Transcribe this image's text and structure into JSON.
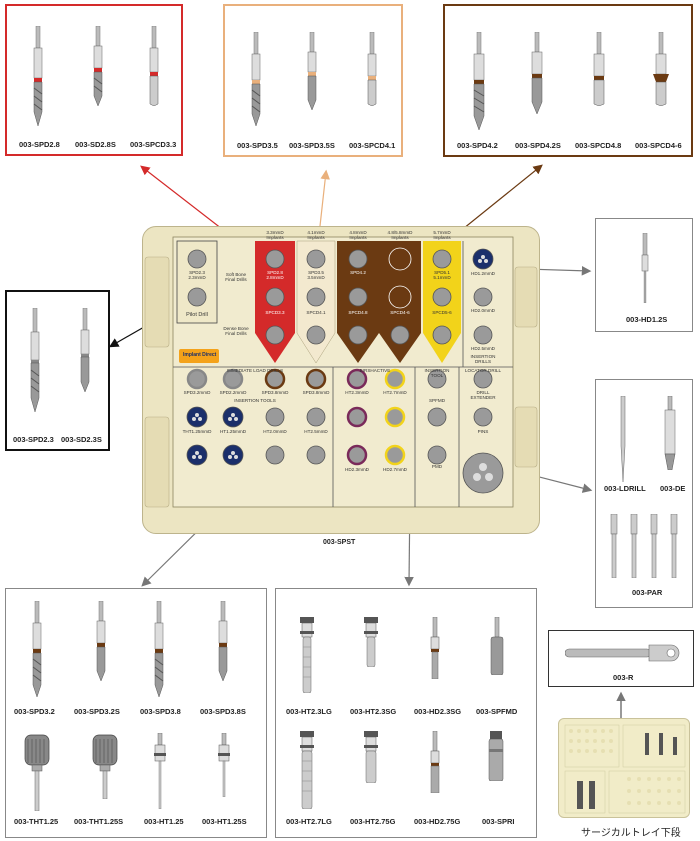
{
  "boxes": {
    "red": {
      "color": "#d42a2a",
      "labels": [
        "003-SPD2.8",
        "003-SD2.8S",
        "003-SPCD3.3"
      ]
    },
    "peach": {
      "color": "#e9b07c",
      "labels": [
        "003-SPD3.5",
        "003-SPD3.5S",
        "003-SPCD4.1"
      ]
    },
    "brown": {
      "color": "#6b3a12",
      "labels": [
        "003-SPD4.2",
        "003-SPD4.2S",
        "003-SPCD4.8",
        "003-SPCD4-6"
      ]
    },
    "left": {
      "labels": [
        "003-SPD2.3",
        "003-SD2.3S"
      ]
    },
    "hd": {
      "labels": [
        "003-HD1.2S"
      ]
    },
    "right": {
      "labels": [
        "003-LDRILL",
        "003-DE",
        "003-PAR"
      ]
    },
    "bottom_left": {
      "labels": [
        "003-SPD3.2",
        "003-SPD3.2S",
        "003-SPD3.8",
        "003-SPD3.8S",
        "003-THT1.25",
        "003-THT1.25S",
        "003-HT1.25",
        "003-HT1.25S"
      ]
    },
    "bottom_mid": {
      "labels": [
        "003-HT2.3LG",
        "003-HT2.3SG",
        "003-HD2.3SG",
        "003-SPFMD",
        "003-HT2.7LG",
        "003-HT2.75G",
        "003-HD2.75G",
        "003-SPRI"
      ]
    },
    "ratchet": {
      "labels": [
        "003-R"
      ]
    }
  },
  "tray": {
    "name": "003-SPST",
    "logo": "Implant Direct",
    "headers": [
      "3.3mmD\nImplants",
      "4.1mmD\nImplants",
      "4.8mmD\nImplants",
      "4.8/5.8mmD\nImplants",
      "5.7mmD\nImplants"
    ],
    "pilot_labels": [
      "SPD2.3\n2.3mmD",
      "Pilot Drill"
    ],
    "soft_bone": "Soft Bone\nFinal Drills",
    "dense_bone": "Dense Bone\nFinal Drills",
    "red_labels": [
      "SPD2.8\n2.8mmD",
      "SPCD3.3"
    ],
    "peach_labels": [
      "SPD3.5\n3.5mmD",
      "SPCD4.1"
    ],
    "brown_labels": [
      "SPD4.2",
      "SPCD4.8",
      "SPCD4-6"
    ],
    "yellow_labels": [
      "SPD5.1\n5.1mmD",
      "SPCD5-6"
    ],
    "hd_labels": [
      "HD1.2mmD",
      "HD2.0mmD",
      "HD2.5mmD",
      "INSERTION\nDRILLS"
    ],
    "section_labels": [
      "IMMEDIATE LOAD DRILLS",
      "INSERTION TOOLS",
      "BIRSHACTIVE",
      "INSERTION\nTOOL",
      "LOCATOR DRILL"
    ],
    "row1_labels": [
      "SPD3.2mmD",
      "SPD2.2mmD",
      "SPD3.8mmD",
      "SPD3.8mmD",
      "HT2.3mmD",
      "HT2.7mmD"
    ],
    "row2_labels": [
      "THT1.25mmD",
      "HT1.25mmD",
      "HT2.0mmD",
      "HT2.5mmD"
    ],
    "row3_labels": [
      "HD2.3mmD",
      "HD2.7mmD"
    ],
    "right_labels": [
      "SPFMD",
      "DRILL\nEXTENDER",
      "PMD",
      "PINS"
    ]
  },
  "caption_jp": "サージカルトレイ下段"
}
